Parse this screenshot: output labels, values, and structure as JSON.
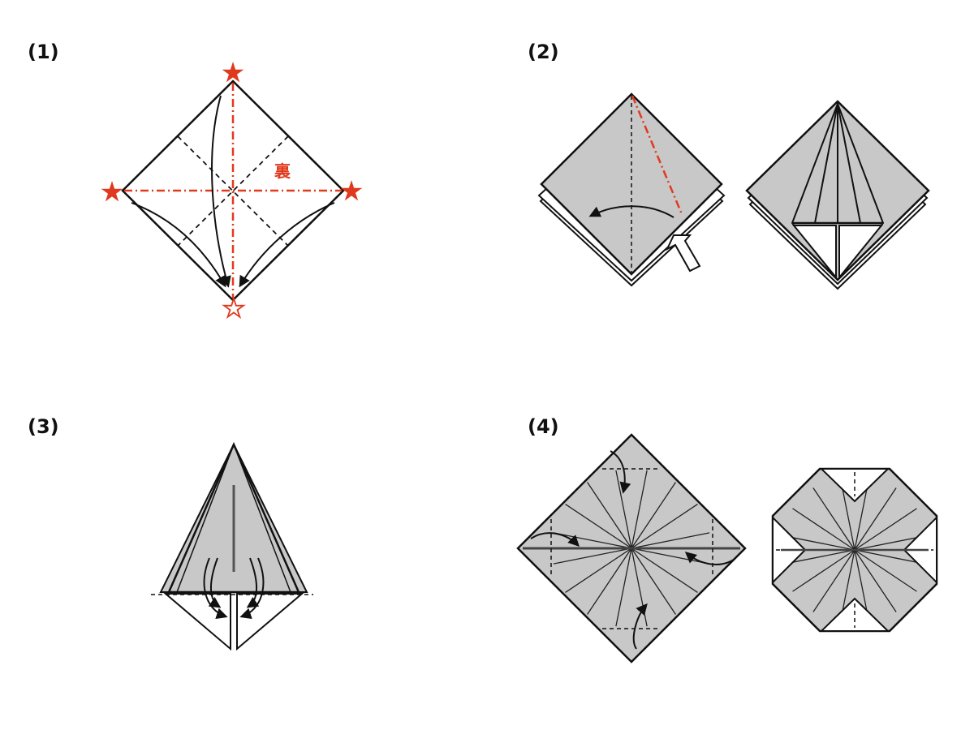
{
  "steps": [
    {
      "label": "(1)"
    },
    {
      "label": "(2)"
    },
    {
      "label": "(3)"
    },
    {
      "label": "(4)"
    }
  ],
  "annotations": {
    "back_side": "裏"
  },
  "colors": {
    "paper_gray": "#c8c8c8",
    "line": "#111111",
    "red": "#e03a1e"
  }
}
